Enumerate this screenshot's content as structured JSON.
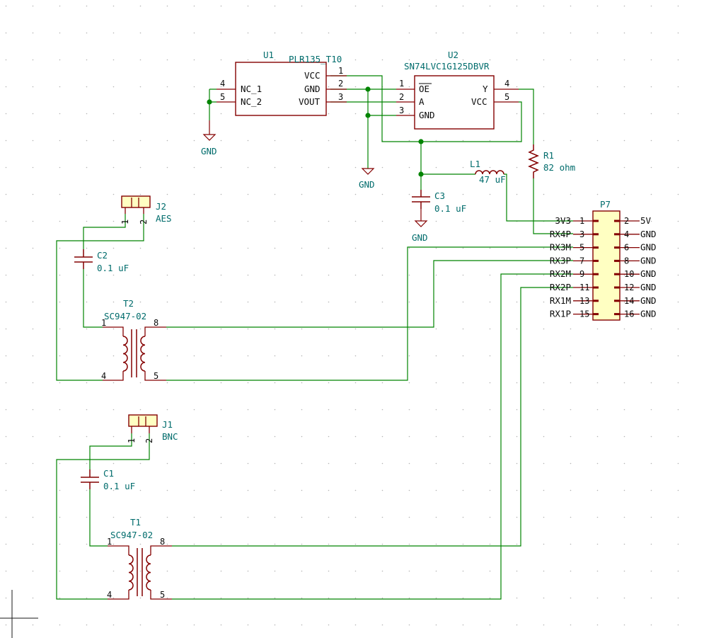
{
  "u1": {
    "ref": "U1",
    "value": "PLR135_T10",
    "pins": {
      "nc1": "NC_1",
      "nc2": "NC_2",
      "vcc": "VCC",
      "gnd": "GND",
      "vout": "VOUT"
    },
    "nums": {
      "p4": "4",
      "p5": "5",
      "p1": "1",
      "p2": "2",
      "p3": "3"
    }
  },
  "u2": {
    "ref": "U2",
    "value": "SN74LVC1G125DBVR",
    "pins": {
      "oe": "OE",
      "a": "A",
      "gnd": "GND",
      "y": "Y",
      "vcc": "VCC"
    },
    "nums": {
      "p1": "1",
      "p2": "2",
      "p3": "3",
      "p4": "4",
      "p5": "5"
    }
  },
  "r1": {
    "ref": "R1",
    "value": "82 ohm"
  },
  "l1": {
    "ref": "L1",
    "value": "47 uF"
  },
  "c3": {
    "ref": "C3",
    "value": "0.1 uF"
  },
  "c2": {
    "ref": "C2",
    "value": "0.1 uF"
  },
  "c1": {
    "ref": "C1",
    "value": "0.1 uF"
  },
  "j2": {
    "ref": "J2",
    "value": "AES",
    "p1": "1",
    "p2": "2"
  },
  "j1": {
    "ref": "J1",
    "value": "BNC",
    "p1": "1",
    "p2": "2"
  },
  "t2": {
    "ref": "T2",
    "value": "SC947-02",
    "p1": "1",
    "p4": "4",
    "p5": "5",
    "p8": "8"
  },
  "t1": {
    "ref": "T1",
    "value": "SC947-02",
    "p1": "1",
    "p4": "4",
    "p5": "5",
    "p8": "8"
  },
  "gnd": {
    "label": "GND"
  },
  "p7": {
    "ref": "P7",
    "left": [
      {
        "name": "3V3",
        "num": "1"
      },
      {
        "name": "RX4P",
        "num": "3"
      },
      {
        "name": "RX3M",
        "num": "5"
      },
      {
        "name": "RX3P",
        "num": "7"
      },
      {
        "name": "RX2M",
        "num": "9"
      },
      {
        "name": "RX2P",
        "num": "11"
      },
      {
        "name": "RX1M",
        "num": "13"
      },
      {
        "name": "RX1P",
        "num": "15"
      }
    ],
    "right": [
      {
        "name": "5V",
        "num": "2"
      },
      {
        "name": "GND",
        "num": "4"
      },
      {
        "name": "GND",
        "num": "6"
      },
      {
        "name": "GND",
        "num": "8"
      },
      {
        "name": "GND",
        "num": "10"
      },
      {
        "name": "GND",
        "num": "12"
      },
      {
        "name": "GND",
        "num": "14"
      },
      {
        "name": "GND",
        "num": "16"
      }
    ]
  }
}
